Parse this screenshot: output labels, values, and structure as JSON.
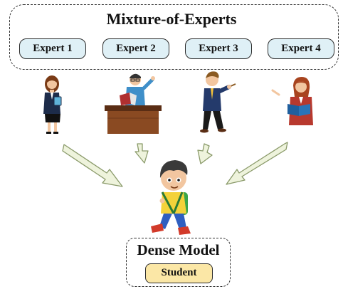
{
  "moe": {
    "title": "Mixture-of-Experts",
    "experts": [
      "Expert 1",
      "Expert 2",
      "Expert 3",
      "Expert 4"
    ]
  },
  "dense": {
    "title": "Dense Model",
    "student_label": "Student"
  },
  "icons": [
    "teacher-woman-tablet-icon",
    "teacher-man-desk-book-icon",
    "teacher-man-pointer-icon",
    "teacher-woman-book-icon",
    "student-boy-backpack-icon",
    "arrow-icon"
  ],
  "colors": {
    "expert_fill": "#dff0f6",
    "student_fill": "#fbe7a6",
    "arrow_fill": "#eef3dc",
    "arrow_stroke": "#8a9a6a"
  }
}
